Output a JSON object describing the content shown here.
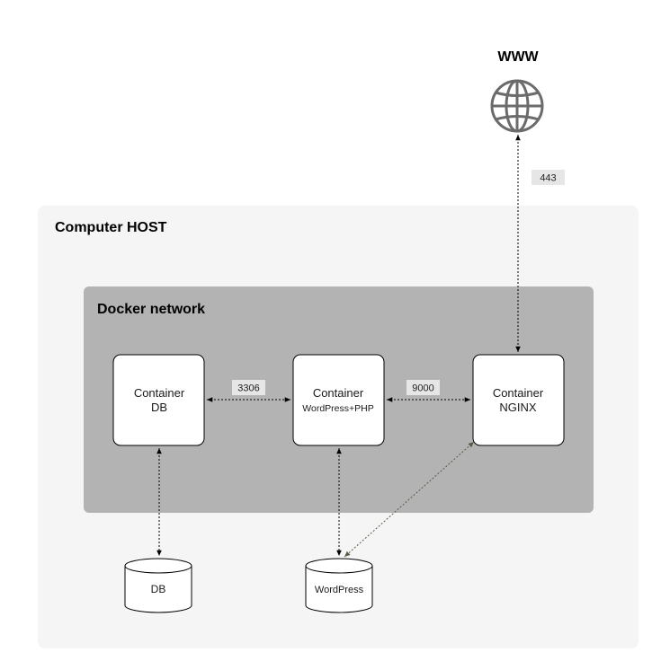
{
  "internet": {
    "label": "WWW",
    "icon": "globe-icon"
  },
  "host": {
    "title": "Computer HOST"
  },
  "network": {
    "title": "Docker network"
  },
  "containers": {
    "db": {
      "line1": "Container",
      "line2": "DB"
    },
    "wordpress": {
      "line1": "Container",
      "line2": "WordPress+PHP"
    },
    "nginx": {
      "line1": "Container",
      "line2": "NGINX"
    }
  },
  "volumes": {
    "db": {
      "label": "DB"
    },
    "wordpress": {
      "label": "WordPress"
    }
  },
  "ports": {
    "https": "443",
    "mysql": "3306",
    "php_fpm": "9000"
  },
  "colors": {
    "host_background": "#f5f5f5",
    "network_background": "#b3b3b3",
    "port_label_background": "#e6e6e6",
    "connector": "#000000",
    "volume_connector": "#5a5a44",
    "globe": "#6b6b6b"
  }
}
